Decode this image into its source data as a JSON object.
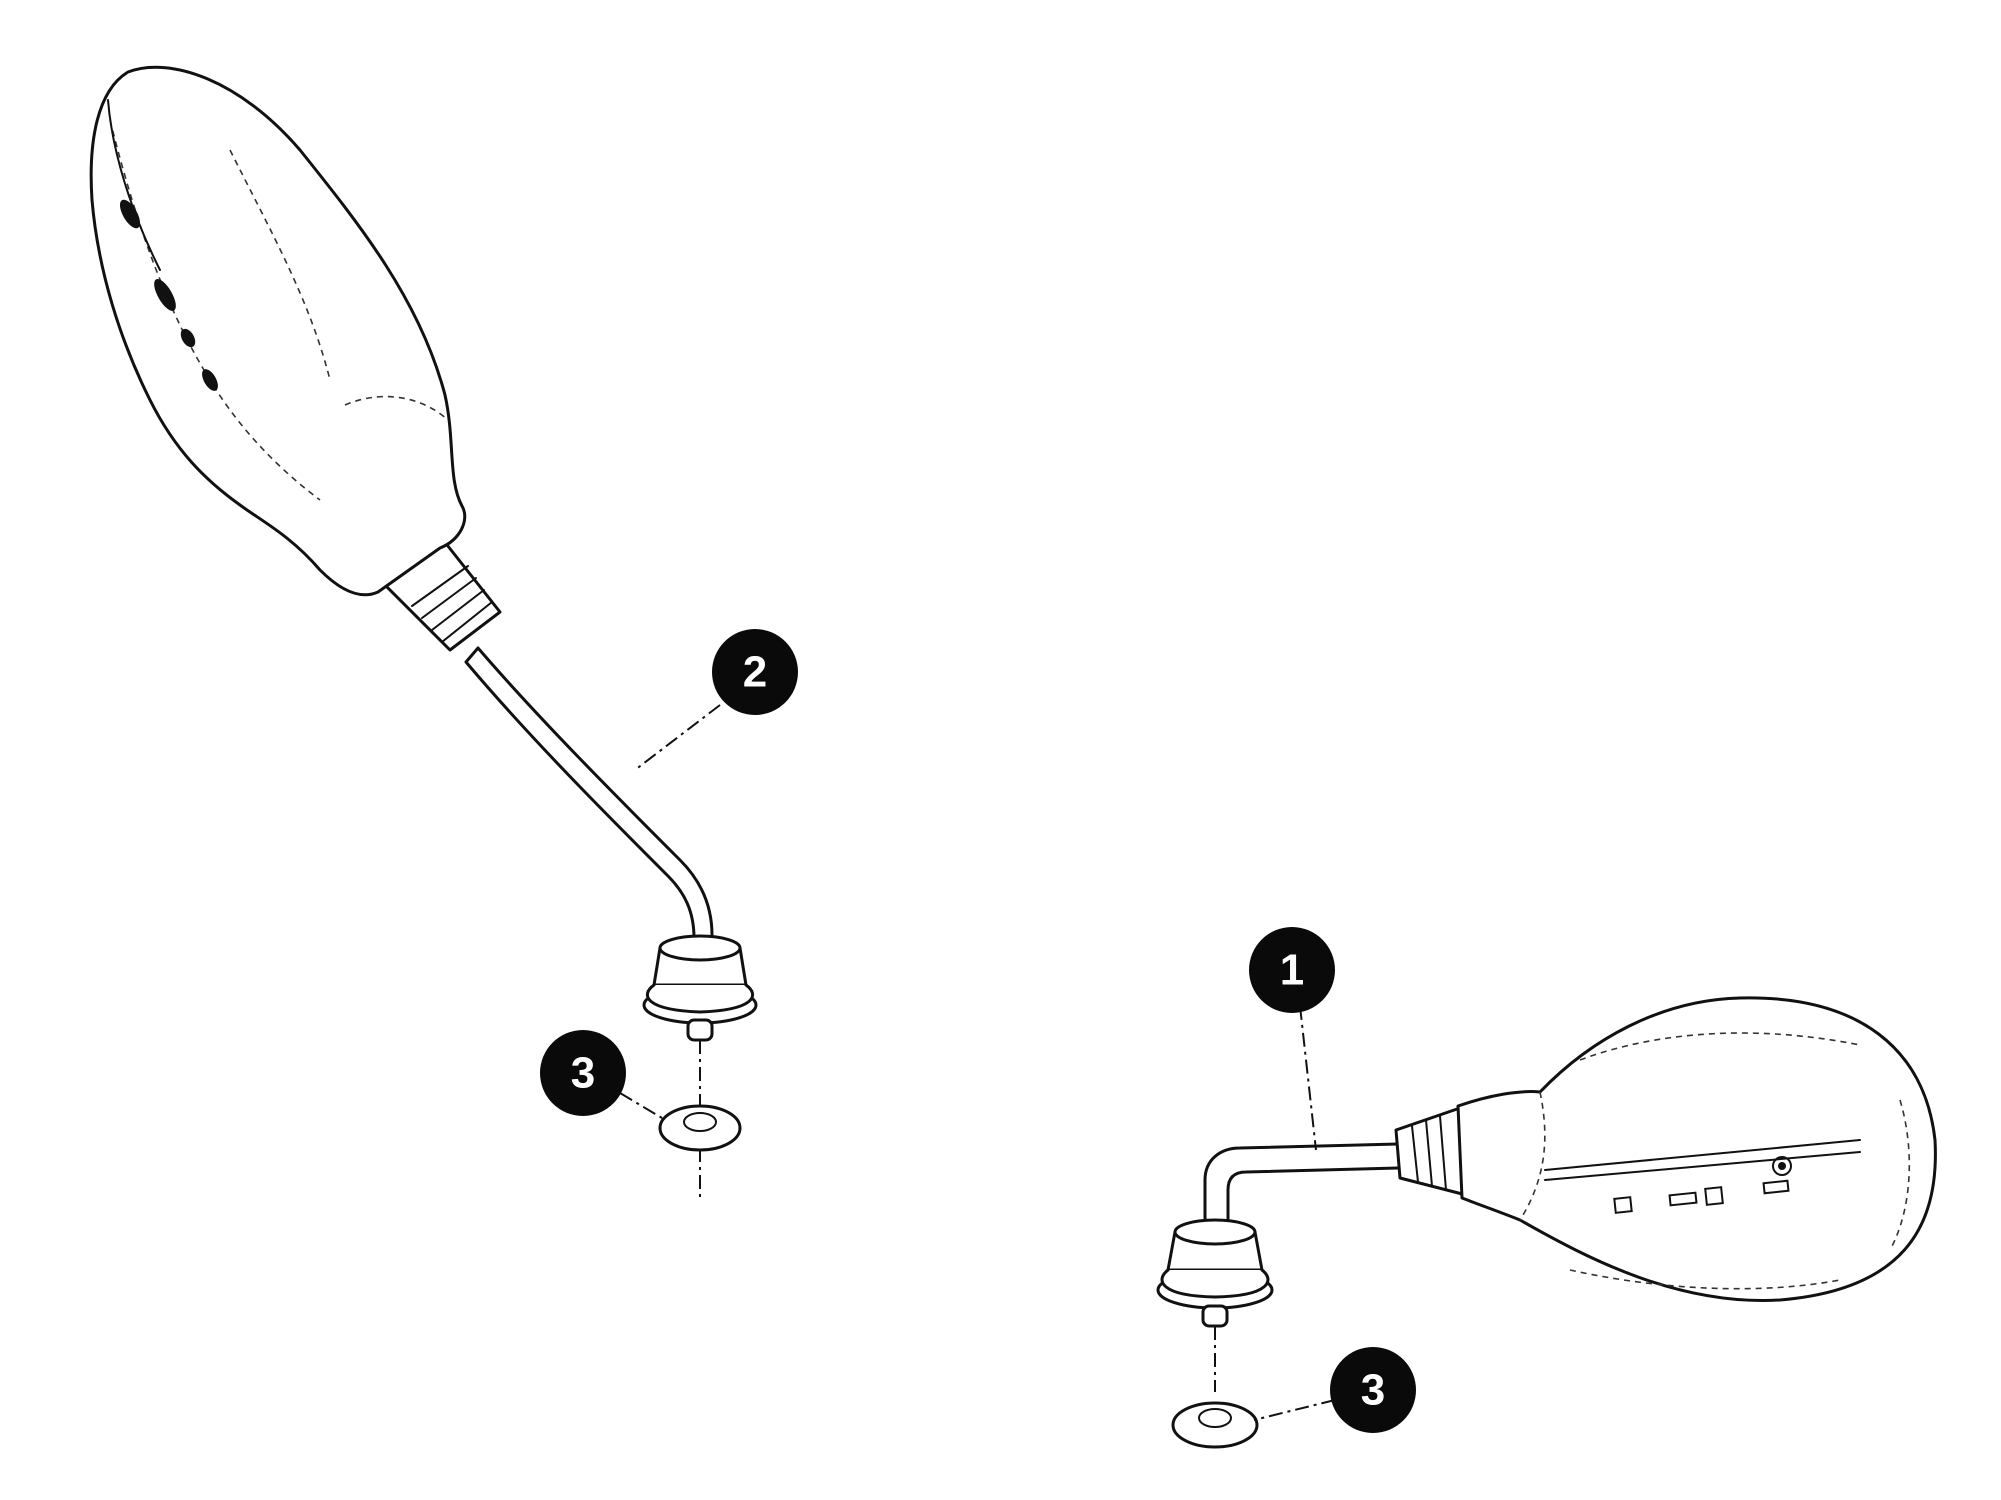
{
  "diagram": {
    "type": "exploded-parts",
    "colors": {
      "line": "#111111",
      "callout_fill": "#0a0a0a",
      "callout_text": "#ffffff",
      "background": "#ffffff"
    },
    "callouts": [
      {
        "id": "callout-1",
        "label": "1",
        "target": "right-mirror"
      },
      {
        "id": "callout-2",
        "label": "2",
        "target": "left-mirror"
      },
      {
        "id": "callout-3-left",
        "label": "3",
        "target": "left-washer"
      },
      {
        "id": "callout-3-right",
        "label": "3",
        "target": "right-washer"
      }
    ]
  }
}
